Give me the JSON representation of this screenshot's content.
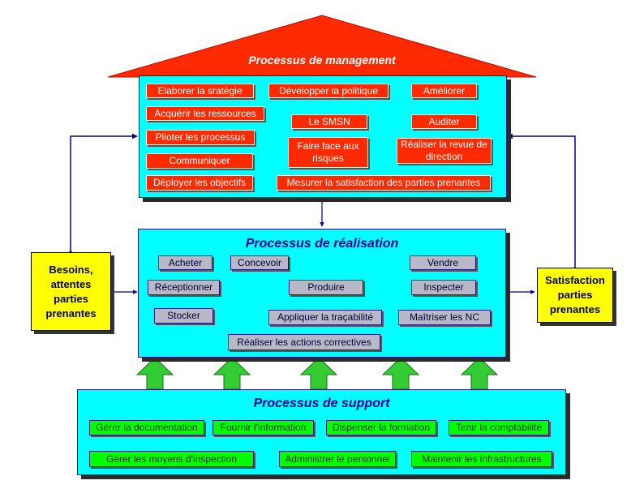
{
  "colors": {
    "roof": "#ff2a00",
    "panel": "#00ffff",
    "management_box": "#ff2a00",
    "realisation_box": "#b8b8c8",
    "support_box": "#00ff00",
    "stakeholder_box": "#ffff00",
    "arrows": "#000080",
    "support_arrows": "#33cc33"
  },
  "icons": [
    "support-up-arrow-icon"
  ],
  "management": {
    "title": "Processus de management",
    "items": {
      "elaborer": "Elaborer la sratégie",
      "developper": "Développer la politique",
      "ameliorer": "Améliorer",
      "acquerir": "Acquérir les ressources",
      "smsn": "Le SMSN",
      "auditer": "Auditer",
      "piloter": "Piloter les processus",
      "risques": "Faire face aux risques",
      "revue": "Réaliser la revue de direction",
      "communiquer": "Communiquer",
      "deployer": "Déployer les objectifs",
      "mesurer": "Mesurer la satisfaction des parties prenantes"
    }
  },
  "realisation": {
    "title": "Processus de réalisation",
    "items": {
      "acheter": "Acheter",
      "concevoir": "Concevoir",
      "vendre": "Vendre",
      "receptionner": "Réceptionner",
      "produire": "Produire",
      "inspecter": "Inspecter",
      "stocker": "Stocker",
      "tracabilite": "Appliquer la traçabilité",
      "nc": "Maîtriser les NC",
      "correctives": "Réaliser les actions correctives"
    }
  },
  "support": {
    "title": "Processus de support",
    "items": {
      "documentation": "Gérer la documentation",
      "information": "Fournir l'information",
      "formation": "Dispenser la formation",
      "comptabilite": "Tenir la comptabilité",
      "inspection": "Gérer les moyens d'inspection",
      "personnel": "Administrer le personnel",
      "infrastructures": "Maintenir les infrastructures"
    }
  },
  "stakeholders": {
    "besoins": "Besoins, attentes parties prenantes",
    "satisfaction": "Satisfaction parties prenantes"
  }
}
